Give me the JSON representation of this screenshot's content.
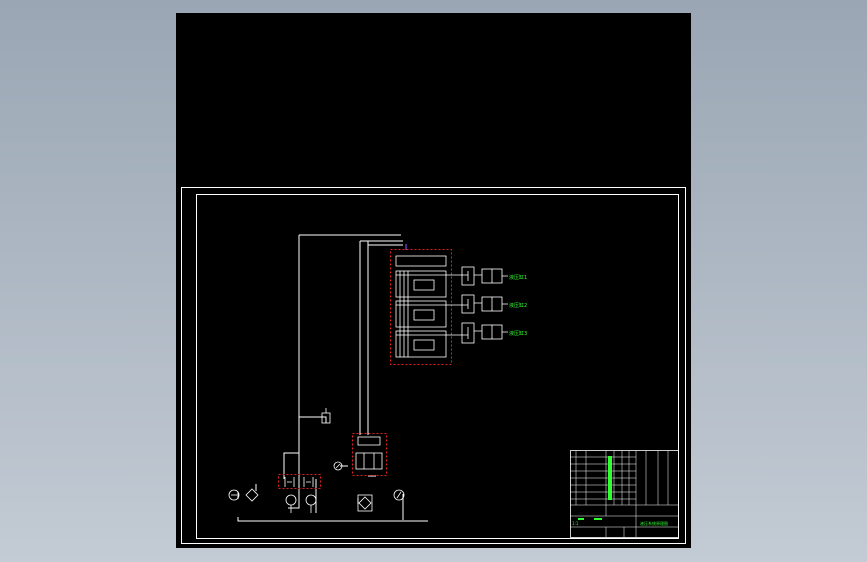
{
  "drawing": {
    "actuator_labels": [
      "液压缸1",
      "液压缸2",
      "液压缸3"
    ],
    "title_block": {
      "drawing_title": "液压系统原理图",
      "company": "",
      "scale": "1:1"
    }
  },
  "colors": {
    "background": "#000000",
    "line": "#ffffff",
    "hidden_boundary": "#e02020",
    "annotation": "#30ff30",
    "accent": "#a050ff"
  }
}
